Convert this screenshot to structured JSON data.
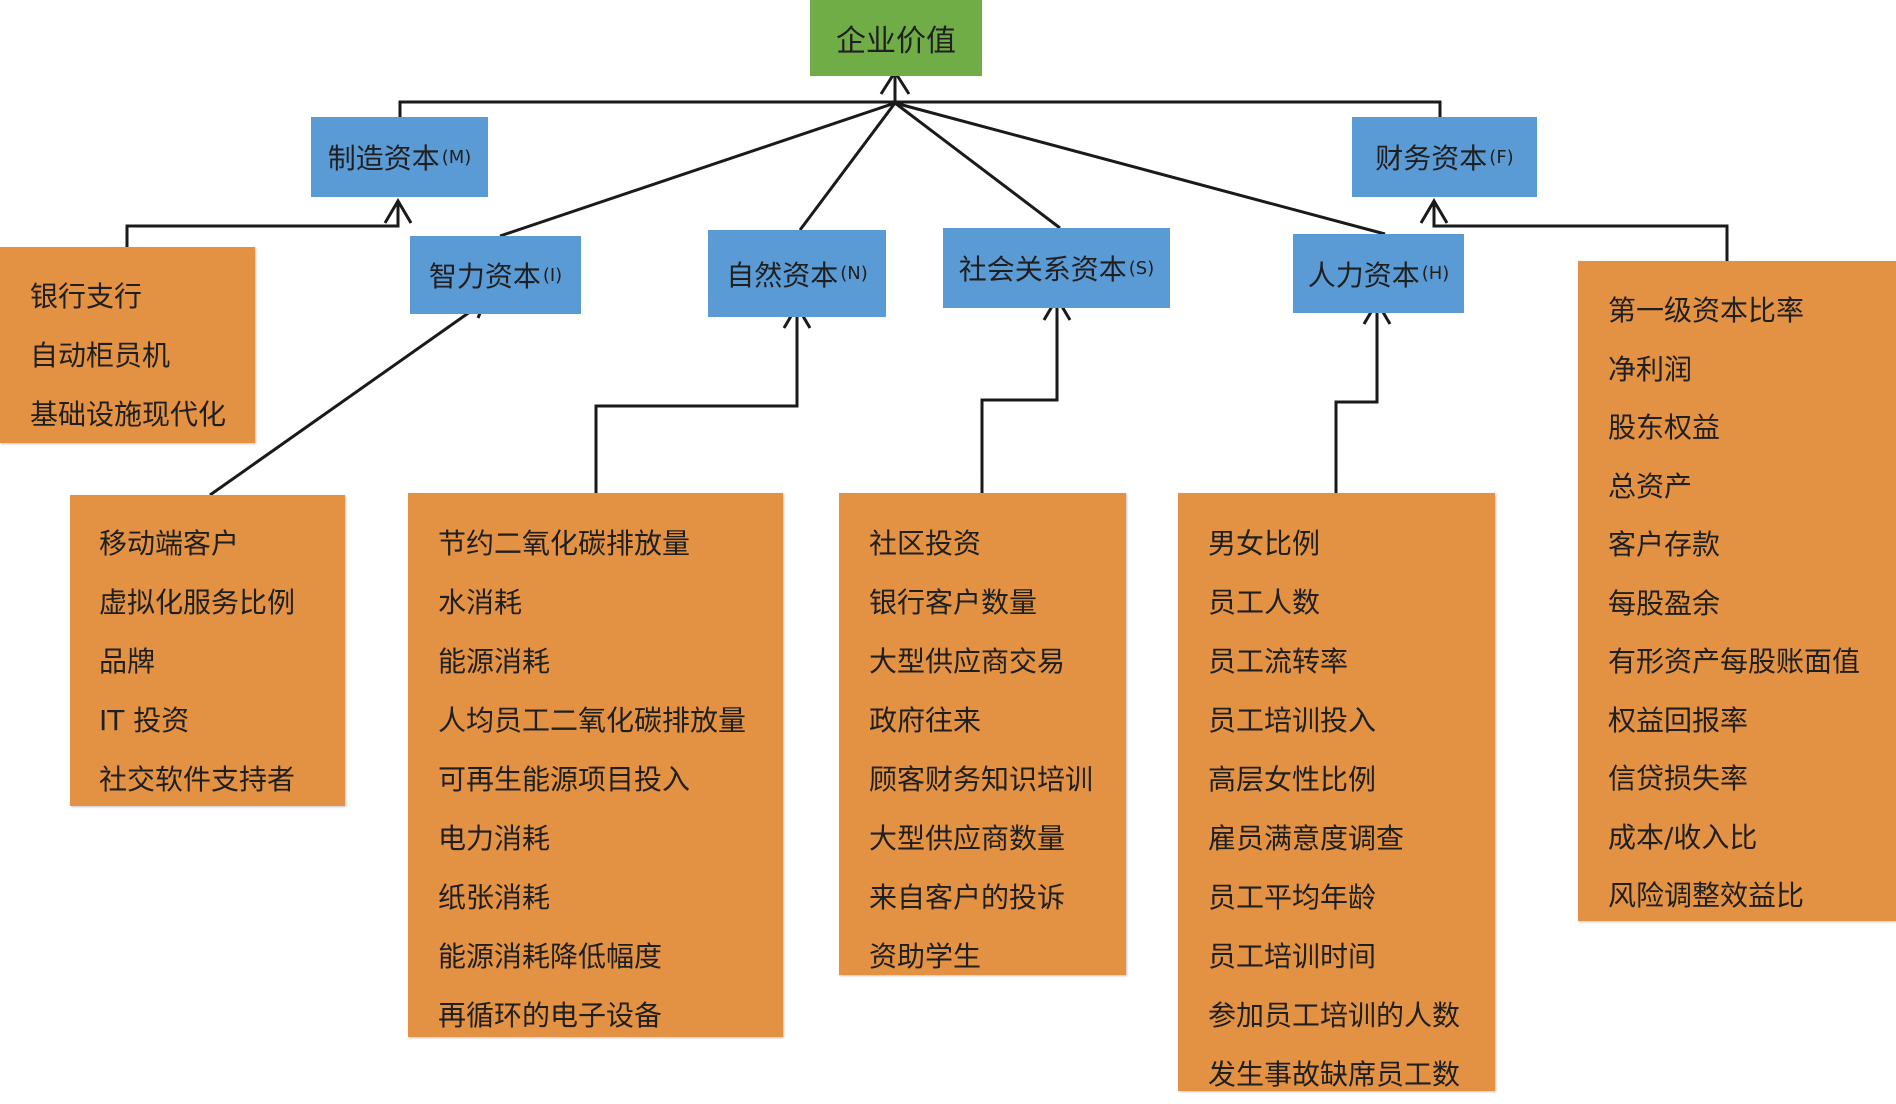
{
  "root": {
    "label": "企业价值"
  },
  "capitals": {
    "manufacturing": {
      "name": "制造资本",
      "code": "(M)"
    },
    "financial": {
      "name": "财务资本",
      "code": "(F)"
    },
    "intellectual": {
      "name": "智力资本",
      "code": "(I)"
    },
    "natural": {
      "name": "自然资本",
      "code": "(N)"
    },
    "social": {
      "name": "社会关系资本",
      "code": "(S)"
    },
    "human": {
      "name": "人力资本",
      "code": "(H)"
    }
  },
  "indicators": {
    "manufacturing": [
      "银行支行",
      "自动柜员机",
      "基础设施现代化"
    ],
    "intellectual": [
      "移动端客户",
      "虚拟化服务比例",
      "品牌",
      "IT 投资",
      "社交软件支持者"
    ],
    "natural": [
      "节约二氧化碳排放量",
      "水消耗",
      "能源消耗",
      "人均员工二氧化碳排放量",
      "可再生能源项目投入",
      "电力消耗",
      "纸张消耗",
      "能源消耗降低幅度",
      "再循环的电子设备"
    ],
    "social": [
      "社区投资",
      "银行客户数量",
      "大型供应商交易",
      "政府往来",
      "顾客财务知识培训",
      "大型供应商数量",
      "来自客户的投诉",
      "资助学生"
    ],
    "human": [
      "男女比例",
      "员工人数",
      "员工流转率",
      "员工培训投入",
      "高层女性比例",
      "雇员满意度调查",
      "员工平均年龄",
      "员工培训时间",
      "参加员工培训的人数",
      "发生事故缺席员工数"
    ],
    "financial": [
      "第一级资本比率",
      "净利润",
      "股东权益",
      "总资产",
      "客户存款",
      "每股盈余",
      "有形资产每股账面值",
      "权益回报率",
      "信贷损失率",
      "成本/收入比",
      "风险调整效益比"
    ]
  }
}
